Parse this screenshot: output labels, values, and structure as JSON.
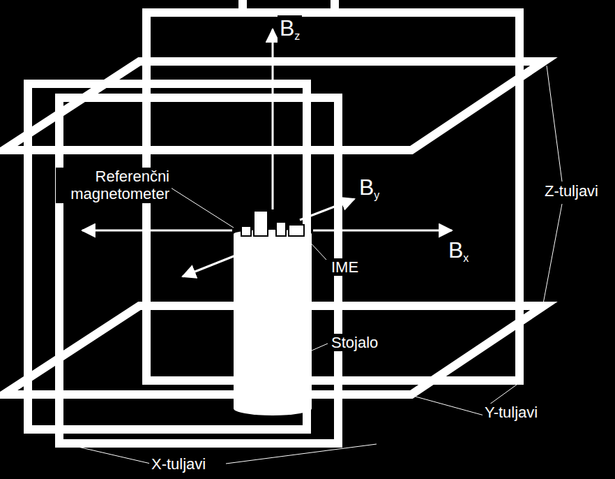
{
  "diagram": {
    "labels": [
      "Bz",
      "Referenčni magnetometer",
      "By",
      "Bx",
      "IME",
      "Stojalo",
      "Z-tuljavi",
      "Y-tuljavi",
      "X-tuljavi"
    ]
  }
}
